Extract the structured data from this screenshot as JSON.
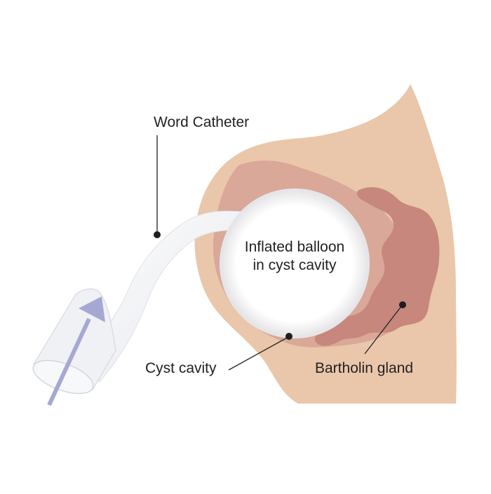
{
  "labels": {
    "word_catheter": "Word Catheter",
    "balloon_line1": "Inflated balloon",
    "balloon_line2": "in cyst cavity",
    "cyst_cavity": "Cyst cavity",
    "bartholin_gland": "Bartholin gland"
  },
  "colors": {
    "tissue": "#eac7aa",
    "cyst_wall": "#d9a898",
    "gland": "#c8877c",
    "balloon": "#ffffff",
    "catheter": "#eef0f4",
    "arrow": "#a5a9d2",
    "leader_line": "#222222"
  }
}
